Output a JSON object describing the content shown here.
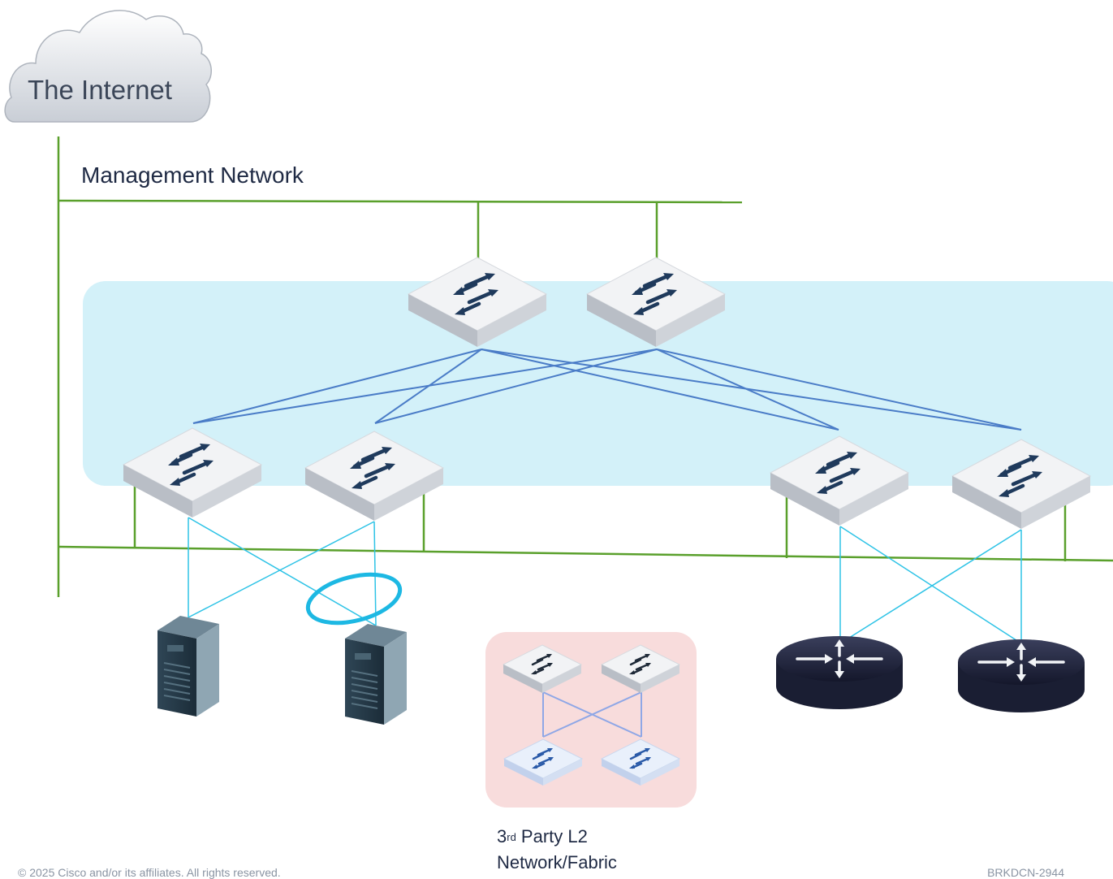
{
  "cloud": {
    "label": "The Internet"
  },
  "management_network": {
    "label": "Management Network"
  },
  "third_party": {
    "superscript": "rd",
    "line1_rest": " Party L2",
    "line1_number": "3",
    "line2": "Network/Fabric"
  },
  "footer": {
    "left": "© 2025 Cisco and/or its affiliates. All rights reserved.",
    "right": "BRKDCN-2944"
  },
  "colors": {
    "management_link": "#5aa02c",
    "fabric_link": "#4a7cc7",
    "access_link": "#2ec3e6",
    "fabric_background": "#d3f1f9",
    "third_party_background": "#f8dcdc",
    "device_arrows": "#1f3a5c"
  },
  "icons": {
    "cloud": "cloud-icon",
    "switch": "switch-icon",
    "server": "server-icon",
    "router": "router-icon"
  }
}
